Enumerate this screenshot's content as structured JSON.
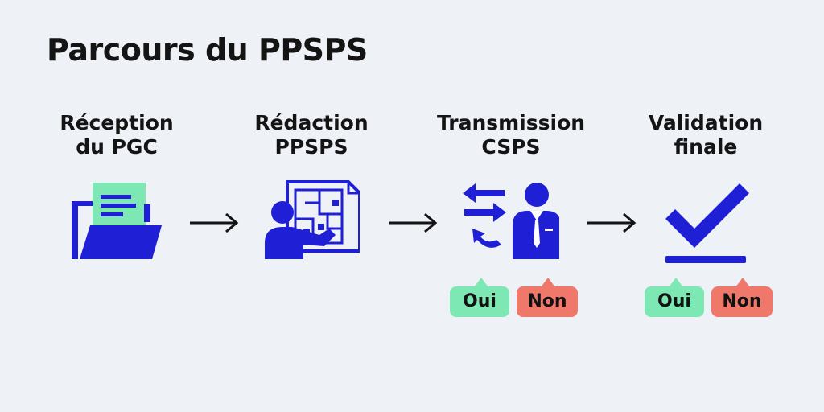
{
  "title": "Parcours du PPSPS",
  "colors": {
    "icon_blue": "#1f1fd6",
    "accent_green": "#7de8b4",
    "accent_red": "#f0786a",
    "background": "#eef1f6"
  },
  "steps": [
    {
      "label": "Réception\ndu PGC",
      "icon": "folder-document-icon"
    },
    {
      "label": "Rédaction\nPPSPS",
      "icon": "person-blueprint-icon"
    },
    {
      "label": "Transmission\nCSPS",
      "icon": "exchange-person-icon"
    },
    {
      "label": "Validation\nfinale",
      "icon": "checkmark-icon"
    }
  ],
  "decisions": {
    "transmission": {
      "yes": "Oui",
      "no": "Non"
    },
    "validation": {
      "yes": "Oui",
      "no": "Non"
    }
  }
}
